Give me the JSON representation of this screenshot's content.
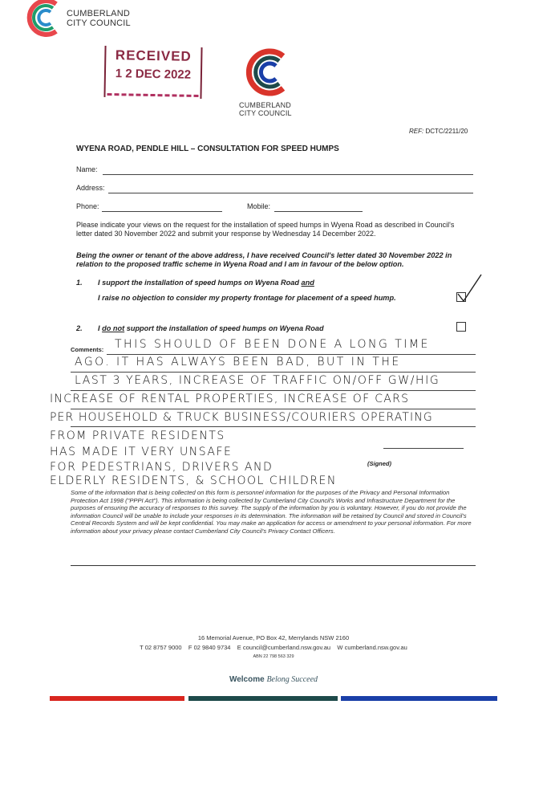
{
  "header_logo": {
    "line1": "CUMBERLAND",
    "line2": "CITY COUNCIL",
    "colors": [
      "#e8474c",
      "#1f9d6b",
      "#2a8ccb"
    ]
  },
  "stamp": {
    "title": "RECEIVED",
    "date": "1 2 DEC 2022",
    "color": "#8b2a44"
  },
  "center_logo": {
    "line1": "CUMBERLAND",
    "line2": "CITY COUNCIL",
    "colors": [
      "#d9342b",
      "#1e4a4a",
      "#1a3fa8"
    ]
  },
  "ref": {
    "label": "REF:",
    "value": "DCTC/2211/20"
  },
  "title": "WYENA ROAD, PENDLE HILL – CONSULTATION FOR SPEED HUMPS",
  "fields": {
    "name": "Name:",
    "address": "Address:",
    "phone": "Phone:",
    "mobile": "Mobile:"
  },
  "intro": "Please indicate your views on the request for the installation of speed humps in Wyena Road as described in Council's letter dated 30 November 2022 and submit your response by Wednesday 14 December 2022.",
  "declaration": "Being the owner or tenant of the above address, I have received Council's letter dated 30 November 2022 in relation to the proposed traffic scheme in Wyena Road and I am in favour of the below option.",
  "options": [
    {
      "num": "1.",
      "line1": "I support the installation of speed humps on Wyena Road ",
      "line1_u": "and",
      "line2": "I raise no objection to consider my property frontage for placement of a speed hump.",
      "checked": true
    },
    {
      "num": "2.",
      "pre": "I ",
      "u": "do not",
      "post": " support the installation of speed humps on Wyena Road",
      "checked": false
    }
  ],
  "comments": {
    "label": "Comments:",
    "lines": [
      "THIS SHOULD OF BEEN DONE A LONG TIME",
      "AGO. IT HAS ALWAYS BEEN BAD, BUT IN THE",
      "LAST 3 YEARS, INCREASE OF TRAFFIC ON/OFF GW/HIG",
      "INCREASE OF RENTAL PROPERTIES, INCREASE OF CARS",
      "PER HOUSEHOLD & TRUCK BUSINESS/COURIERS OPERATING",
      "FROM PRIVATE RESIDENTS",
      "HAS MADE IT VERY UNSAFE",
      "FOR PEDESTRIANS, DRIVERS AND",
      "ELDERLY RESIDENTS, & SCHOOL CHILDREN"
    ]
  },
  "signed": "(Signed)",
  "privacy": "Some of the information that is being collected on this form is personnel information for the purposes of the Privacy and Personal Information Protection Act 1998 (\"PPPI Act\"). This information is being collected by Cumberland City Council's Works and Infrastructure Department for the purposes of ensuring the accuracy of responses to this survey. The supply of the information by you is voluntary. However, if you do not provide the information Council will be unable to include your responses in its determination. The information will be retained by Council and stored in Council's Central Records System and will be kept confidential. You may make an application for access or amendment to your personal information. For more information about your privacy please contact Cumberland City Council's Privacy Contact Officers.",
  "footer": {
    "address": "16 Memorial Avenue, PO Box 42, Merrylands NSW 2160",
    "contacts": "T 02 8757 9000    F 02 9840 9734    E council@cumberland.nsw.gov.au    W cumberland.nsw.gov.au",
    "abn": "ABN 22 798 563 329",
    "tagline_bold": "Welcome",
    "tagline_script": "Belong Succeed",
    "bar_colors": [
      "#d9261f",
      "#1e4a4a",
      "#1a3fa8"
    ]
  }
}
